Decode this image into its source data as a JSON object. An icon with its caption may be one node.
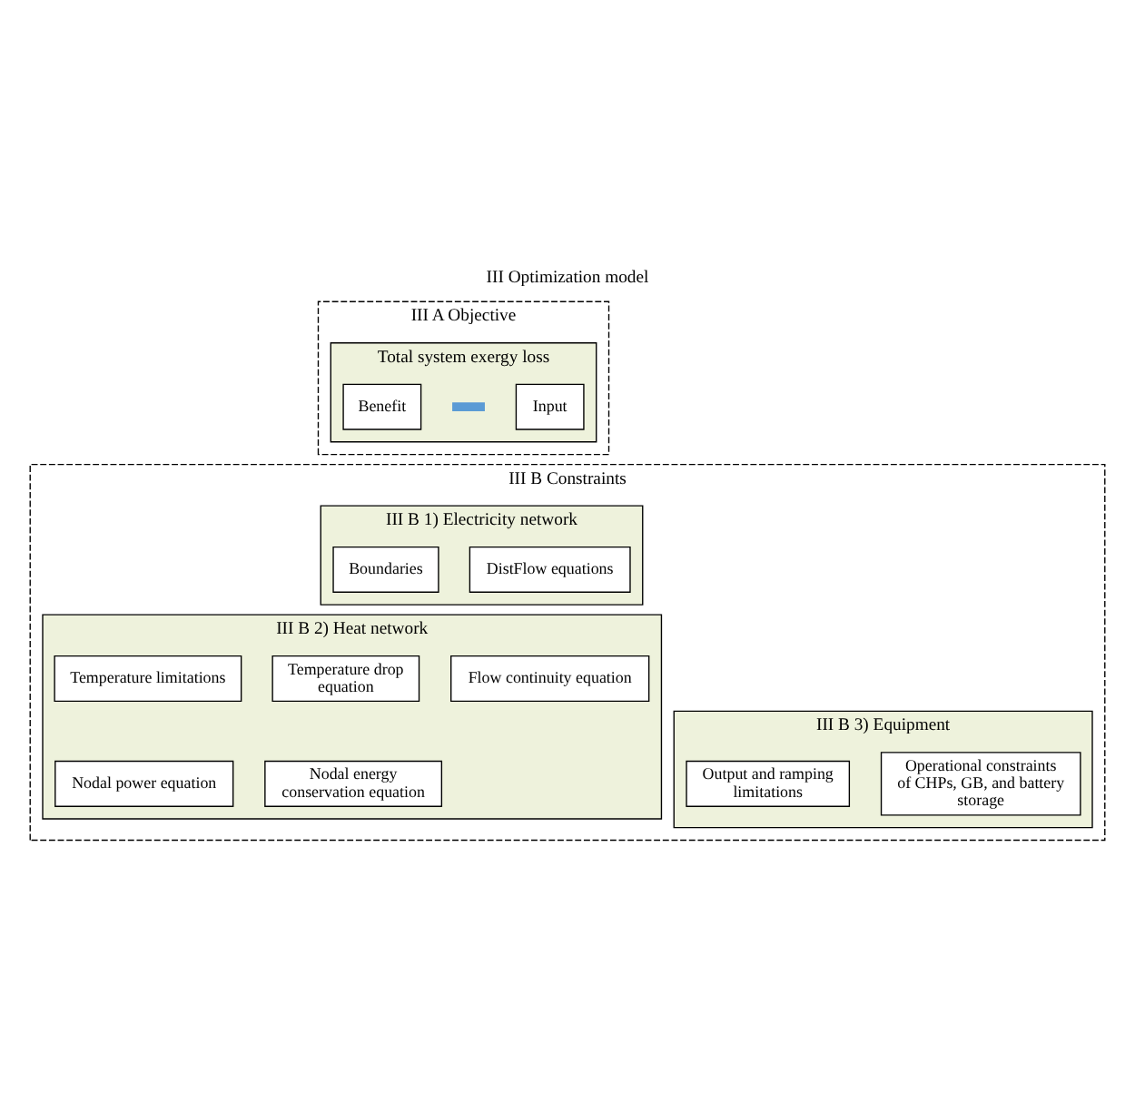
{
  "diagram": {
    "title": "III Optimization model",
    "nodes": [
      {
        "text": [
          "III A Objective"
        ]
      },
      {
        "text": [
          "Total system exergy loss"
        ],
        "in": 0
      },
      {
        "text": [
          "Input"
        ],
        "in": 1
      },
      {
        "text": [],
        "shape": "bar",
        "in": 1
      },
      {
        "text": [
          "Benefit"
        ],
        "in": 1
      },
      {
        "text": [
          "III B Constraints"
        ]
      },
      {
        "text": [
          "III B 1) Electricity network"
        ],
        "in": 5
      },
      {
        "text": [
          "DistFlow equations"
        ],
        "in": 6
      },
      {
        "text": [
          "Boundaries"
        ],
        "in": 6
      },
      {
        "text": [
          "III B 2) Heat network"
        ],
        "in": 5
      },
      {
        "text": [
          "Flow continuity equation"
        ],
        "in": 9
      },
      {
        "text": [
          "Temperature drop equation"
        ],
        "in": 9
      },
      {
        "text": [
          "Temperature limitations"
        ],
        "in": 9
      },
      {
        "text": [
          "Nodal power equation"
        ],
        "in": 9
      },
      {
        "text": [
          "Nodal energy conservation equation"
        ],
        "in": 9
      },
      {
        "text": [
          "III B 3) Equipment"
        ],
        "in": 5
      },
      {
        "text": [
          "Operational constraints of CHPs, GB, and battery storage"
        ],
        "in": 15
      },
      {
        "text": [
          "Output and ramping limitations"
        ],
        "in": 15
      }
    ]
  }
}
